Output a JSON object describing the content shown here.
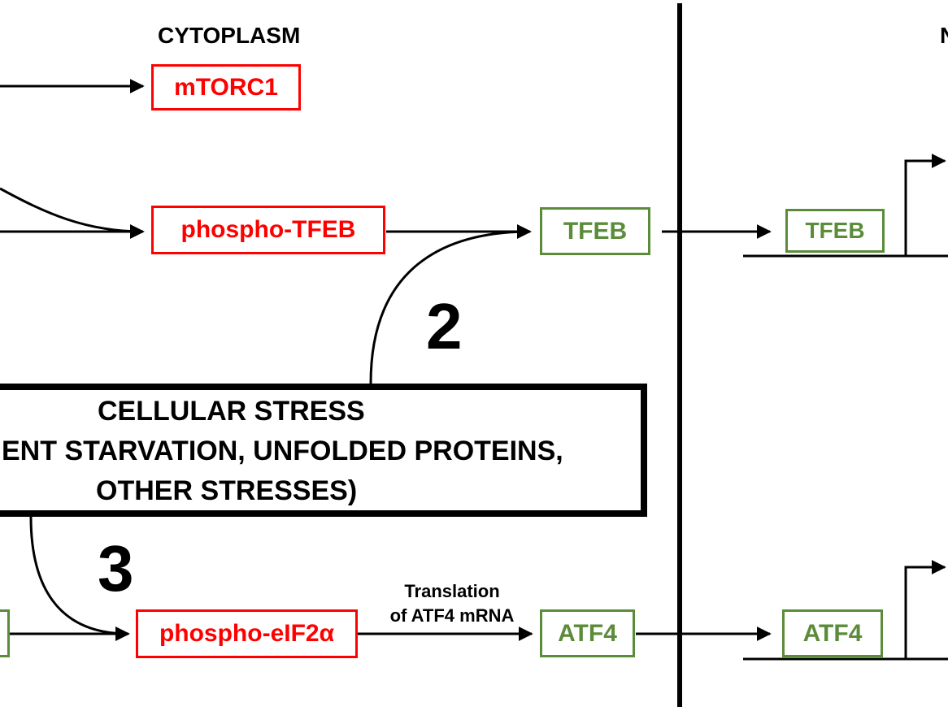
{
  "header": {
    "region_left": "CYTOPLASM",
    "region_right_fragment": "N"
  },
  "nodes": {
    "mtorc1": "mTORC1",
    "phospho_tfeb": "phospho-TFEB",
    "tfeb_cyto": "TFEB",
    "tfeb_nuc": "TFEB",
    "phospho_eif2a": "phospho-eIF2α",
    "atf4_cyto": "ATF4",
    "atf4_nuc": "ATF4"
  },
  "stress": {
    "line1": "CELLULAR STRESS",
    "line2": "ENT STARVATION, UNFOLDED PROTEINS,",
    "line3": "OTHER STRESSES)"
  },
  "pathway_numbers": {
    "two": "2",
    "three": "3"
  },
  "annotations": {
    "translation_line1": "Translation",
    "translation_line2": "of ATF4 mRNA"
  },
  "colors": {
    "inhibited": "#ff0000",
    "active": "#5b8c3a",
    "line": "#000000"
  }
}
